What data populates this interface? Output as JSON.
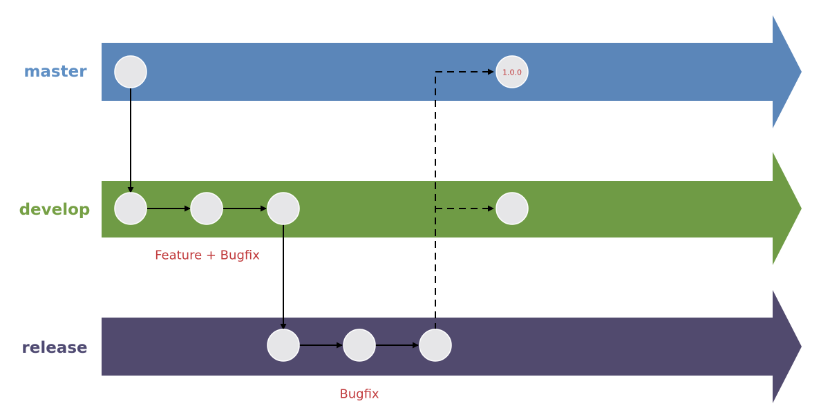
{
  "lanes": {
    "master": {
      "label": "master",
      "color": "#5b86b9",
      "label_color": "#5f8fc4"
    },
    "develop": {
      "label": "develop",
      "color": "#6f9b45",
      "label_color": "#76a045"
    },
    "release": {
      "label": "release",
      "color": "#514a6e",
      "label_color": "#4f4a72"
    }
  },
  "commit_color": "#e6e6e8",
  "annotations": {
    "feature_bugfix": "Feature + Bugfix",
    "bugfix": "Bugfix",
    "color": "#c0393b"
  },
  "tags": {
    "version": "1.0.0"
  }
}
